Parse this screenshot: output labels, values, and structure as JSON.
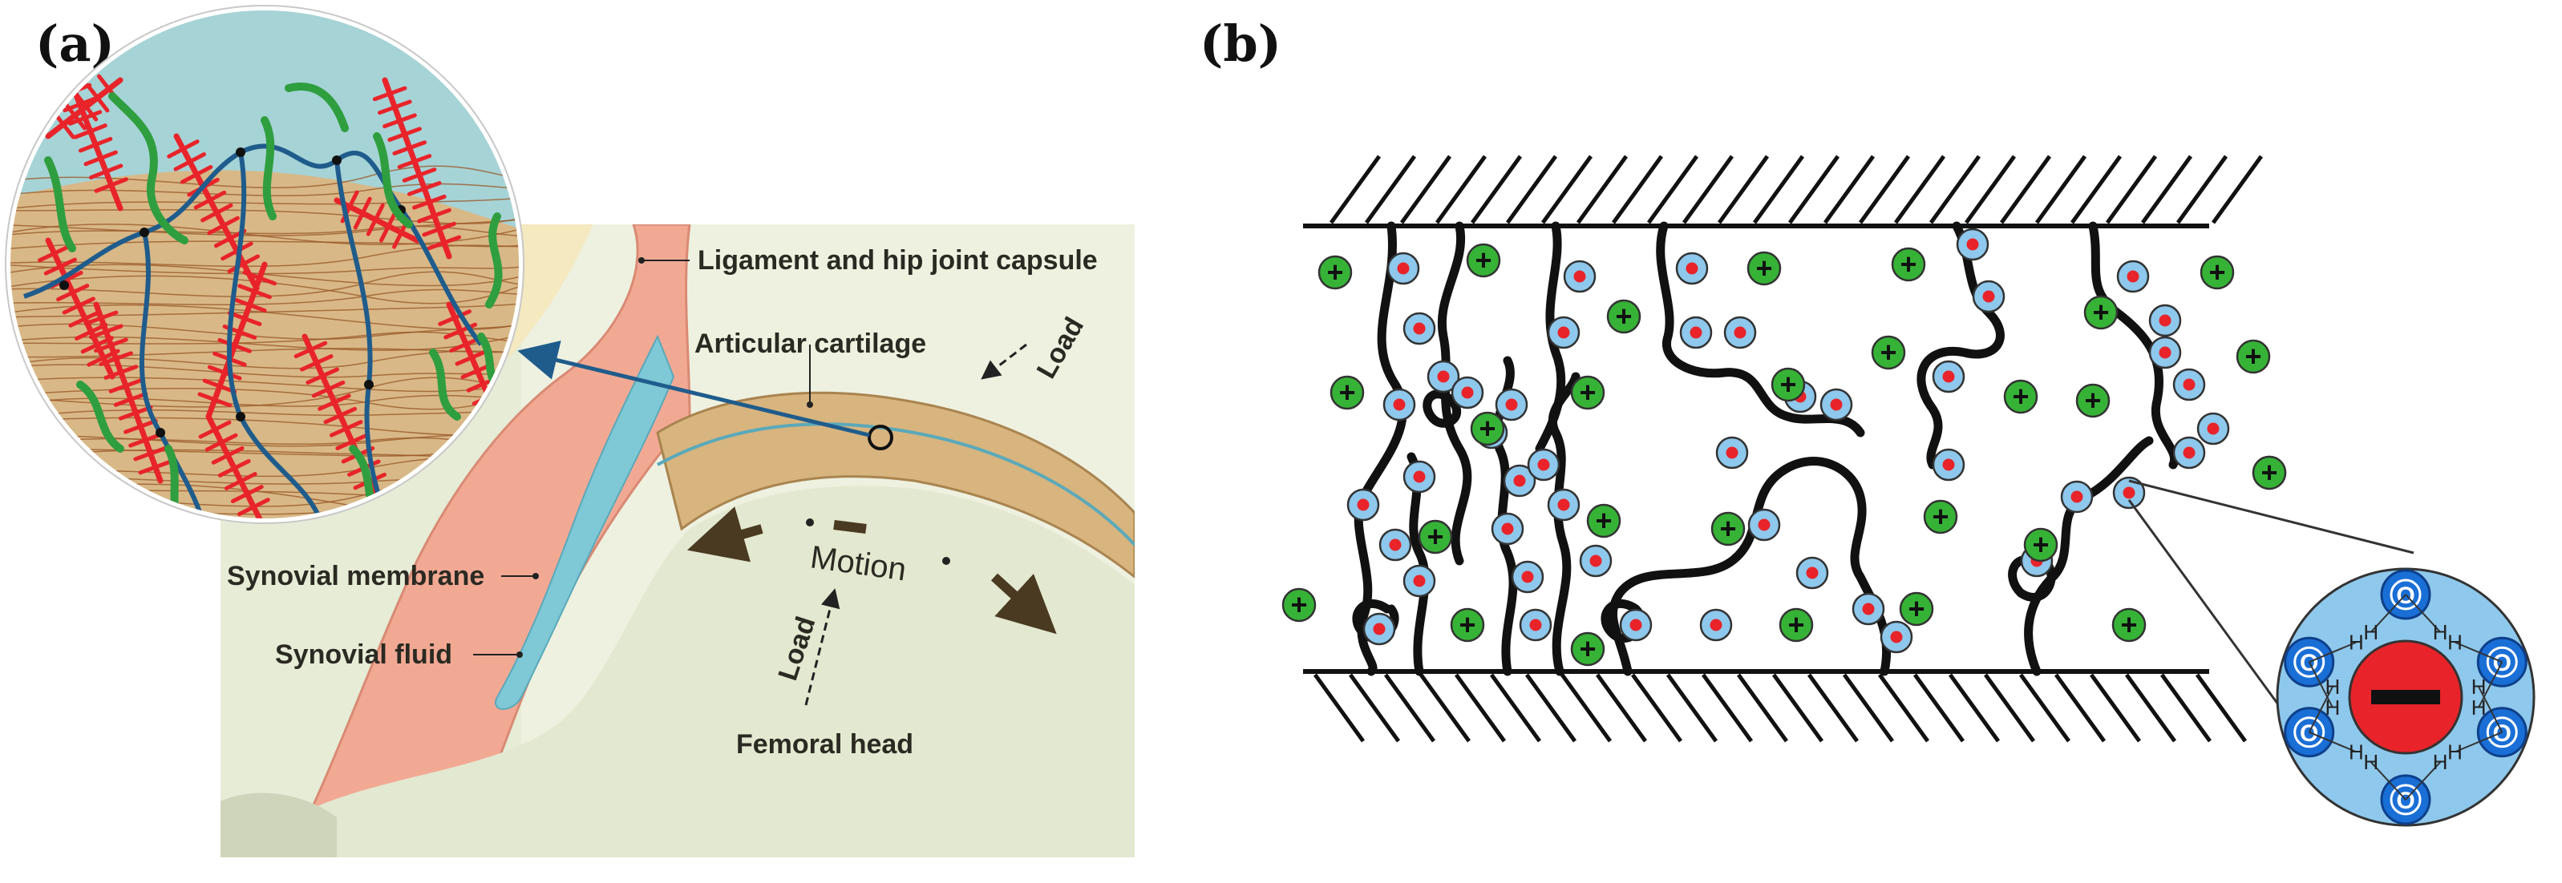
{
  "figure": {
    "panel_a_label": "(a)",
    "panel_b_label": "(b)"
  },
  "panel_a": {
    "labels": {
      "ligament": "Ligament and hip joint capsule",
      "cartilage": "Articular cartilage",
      "load_top": "Load",
      "motion": "Motion",
      "load_bottom": "Load",
      "synovial_membrane": "Synovial membrane",
      "synovial_fluid": "Synovial fluid",
      "femoral_head": "Femoral head"
    },
    "colors": {
      "background": "#e6ecd6",
      "capsule": "#f2a994",
      "cartilage": "#d8b47e",
      "synovial_fluid": "#7fc8d6",
      "fibers": "#9b5a2a",
      "red_polymer": "#e8242a",
      "green_polymer": "#2f9e3f",
      "blue_network": "#1f5c8c",
      "pointer": "#1f5c8c"
    }
  },
  "panel_b": {
    "colors": {
      "chain": "#111111",
      "anion_bead": "#8ec8ec",
      "anion_core": "#e8242a",
      "cation_fill": "#36b336",
      "cation_sign": "#111111",
      "oxygen": "#1a6fd6",
      "zoom_fill": "#8ec8ec"
    },
    "symbols": {
      "cation": "+",
      "anion": "−",
      "oxygen": "O",
      "hydrogen": "H"
    }
  }
}
